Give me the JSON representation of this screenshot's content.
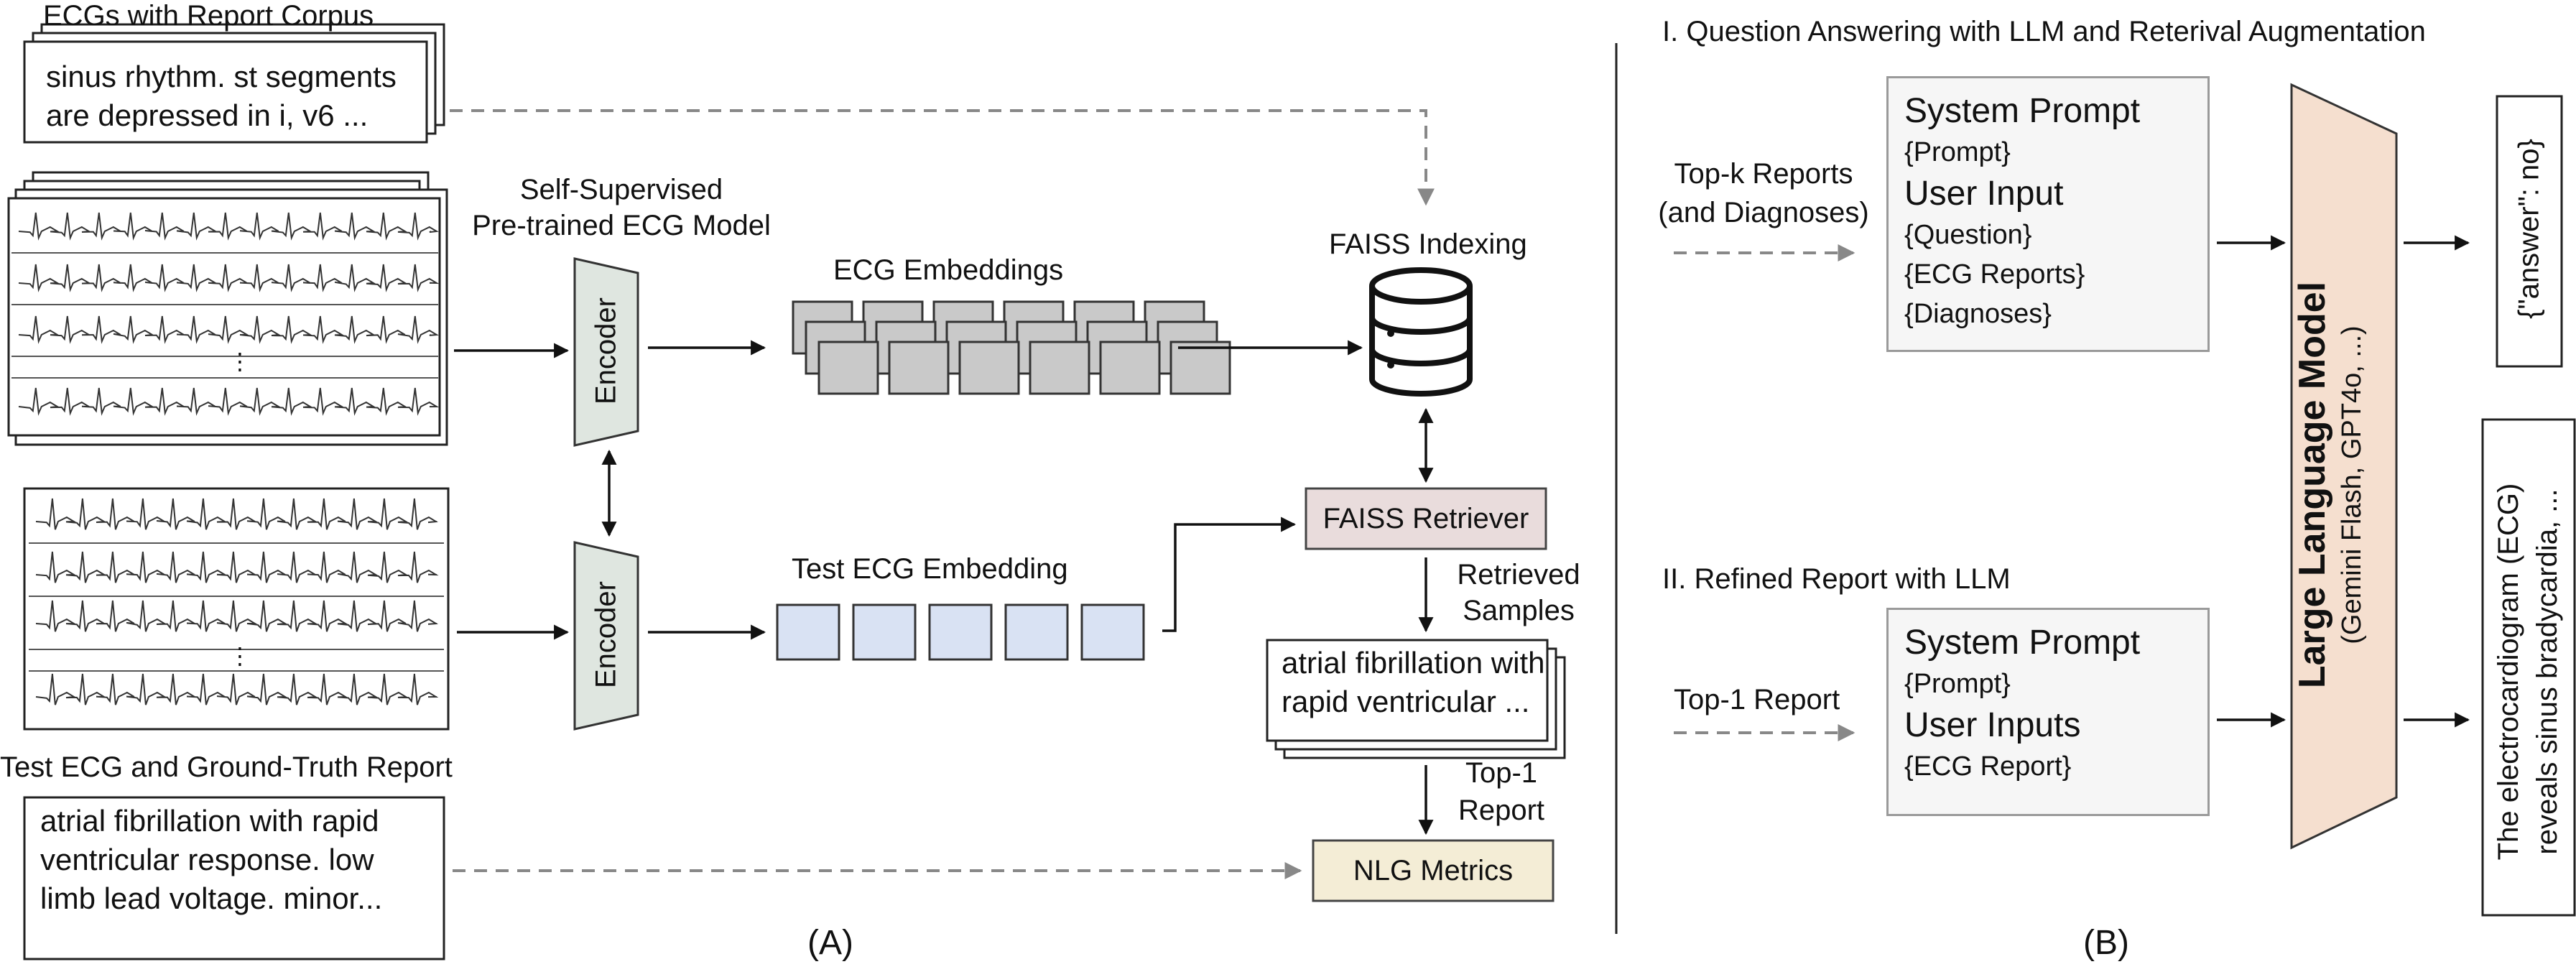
{
  "panelA": {
    "corpus_title": "ECGs with Report Corpus",
    "corpus_text": [
      "sinus rhythm. st segments",
      "are depressed in i, v6 ..."
    ],
    "model_title": [
      "Self-Supervised",
      "Pre-trained ECG Model"
    ],
    "encoder_label": "Encoder",
    "embeddings_title": "ECG Embeddings",
    "faiss_indexing": "FAISS Indexing",
    "faiss_retriever": "FAISS Retriever",
    "retrieved_samples": [
      "Retrieved",
      "Samples"
    ],
    "retrieved_text": [
      "atrial fibrillation with",
      "rapid ventricular ..."
    ],
    "top1_report": [
      "Top-1",
      "Report"
    ],
    "nlg_metrics": "NLG Metrics",
    "test_embedding_title": "Test ECG Embedding",
    "test_title": "Test ECG and Ground-Truth Report",
    "test_text": [
      "atrial fibrillation with rapid",
      "ventricular response. low",
      "limb lead voltage. minor..."
    ],
    "ellipsis": "⋮",
    "caption": "(A)"
  },
  "panelB": {
    "title1": "I. Question Answering with LLM and Reterival Augmentation",
    "topk": [
      "Top-k Reports",
      "(and Diagnoses)"
    ],
    "prompt1": {
      "system": "System Prompt",
      "prompt": "{Prompt}",
      "user": "User Input",
      "question": "{Question}",
      "reports": "{ECG Reports}",
      "diagnoses": "{Diagnoses}"
    },
    "llm_title": "Large Language Model",
    "llm_sub": "(Gemini Flash, GPT4o, ...)",
    "answer": "{\"answer\": no}",
    "title2": "II. Refined Report with LLM",
    "top1": "Top-1 Report",
    "prompt2": {
      "system": "System Prompt",
      "prompt": "{Prompt}",
      "user": "User Inputs",
      "report": "{ECG Report}"
    },
    "output_text": [
      "The electrocardiogram (ECG)",
      "reveals sinus bradycardia, ..."
    ],
    "caption": "(B)"
  },
  "colors": {
    "encoder_fill": "#dfe6e0",
    "embedding_fill": "#c9c9c9",
    "test_embedding_fill": "#d9e2f3",
    "retriever_fill": "#e9dcdc",
    "nlg_fill": "#f4edd6",
    "llm_fill": "#f5dfcf",
    "prompt_fill": "#f6f6f6",
    "dashed_arrow": "#888888"
  }
}
